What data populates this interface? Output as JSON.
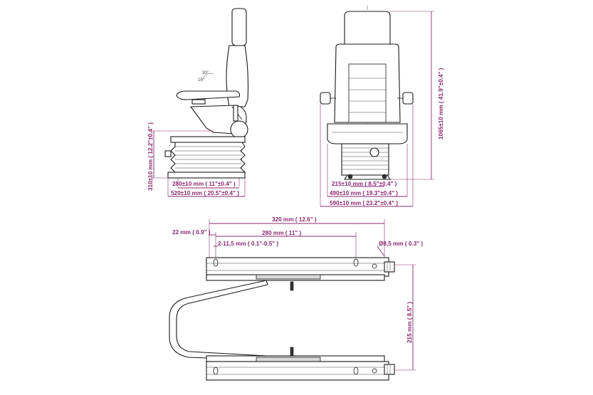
{
  "side_view": {
    "height_label": "310±10 mm ( 12.2\"±0.4\" )",
    "depth_inner_label": "280±10 mm ( 11\"±0.4\" )",
    "depth_outer_label": "520±10 mm ( 20.5\"±0.4\" )",
    "angle_label_a": "30°",
    "angle_label_b": "15°"
  },
  "front_view": {
    "height_label": "1065±10 mm ( 41.9\"±0.4\" )",
    "width_inner_label": "215±10 mm ( 8.5\"±0.4\" )",
    "width_mid_label": "490±10 mm ( 19.3\"±0.4\" )",
    "width_outer_label": "590±10 mm ( 23.2\"±0.4\" )"
  },
  "rail_view": {
    "total_length_label": "320 mm ( 12.6\" )",
    "offset_label": "22 mm ( 0.9\" )",
    "hole_spacing_label": "280 mm ( 11\" )",
    "slot_label": "2-11,5 mm ( 0.1\"-0.5\" )",
    "hole_diameter_label": "Ø8,5 mm ( 0.3\" )",
    "rail_height_label": "215 mm ( 8.5\" )"
  }
}
